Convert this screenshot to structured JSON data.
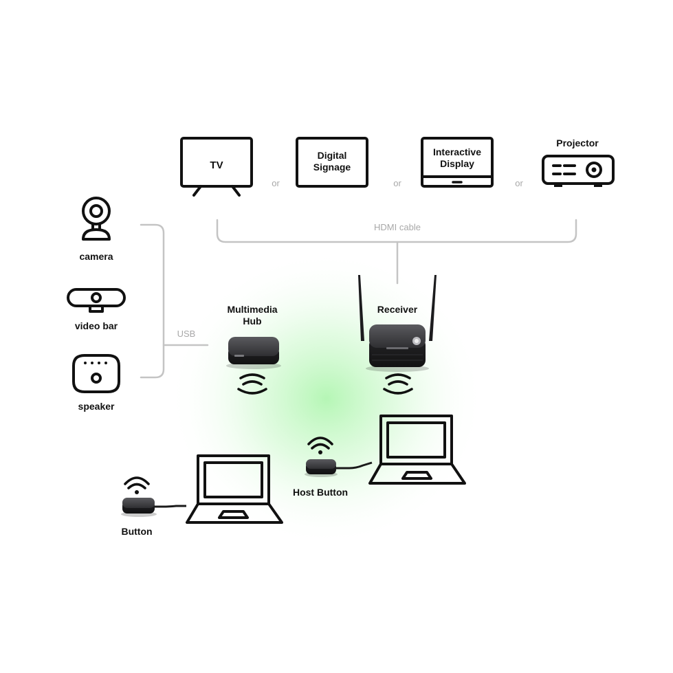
{
  "displays": {
    "tv": "TV",
    "signage_line1": "Digital",
    "signage_line2": "Signage",
    "interactive_line1": "Interactive",
    "interactive_line2": "Display",
    "projector": "Projector",
    "or": "or"
  },
  "connections": {
    "hdmi": "HDMI cable",
    "usb": "USB"
  },
  "peripherals": {
    "camera": "camera",
    "video_bar": "video bar",
    "speaker": "speaker"
  },
  "devices": {
    "hub_line1": "Multimedia",
    "hub_line2": "Hub",
    "receiver": "Receiver",
    "host_button": "Host Button",
    "button": "Button"
  },
  "colors": {
    "glow": "#7cf07c",
    "line": "#c4c4c4",
    "icon": "#111111",
    "device": "#2b2b2d"
  },
  "icons": [
    "tv-icon",
    "digital-signage-icon",
    "interactive-display-icon",
    "projector-icon",
    "camera-icon",
    "video-bar-icon",
    "speaker-icon",
    "multimedia-hub",
    "receiver",
    "host-button",
    "button",
    "laptop-icon",
    "wireless-icon"
  ]
}
